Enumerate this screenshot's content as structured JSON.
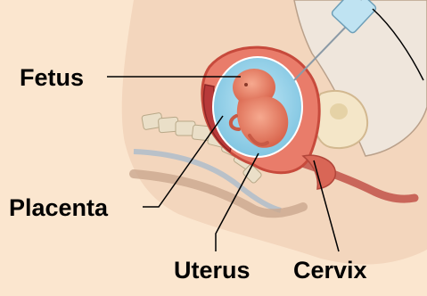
{
  "labels": {
    "fetus": "Fetus",
    "placenta": "Placenta",
    "uterus": "Uterus",
    "cervix": "Cervix"
  },
  "colors": {
    "background": "#fbe6cf",
    "skin": "#f0d2b8",
    "amniotic_fluid": "#8fcfe8",
    "fetus": "#f08a70",
    "uterine_wall": "#d8584a",
    "spine": "#e8dcc4",
    "leader_line": "#000000"
  },
  "icons": {
    "needle": "syringe-needle-icon"
  }
}
